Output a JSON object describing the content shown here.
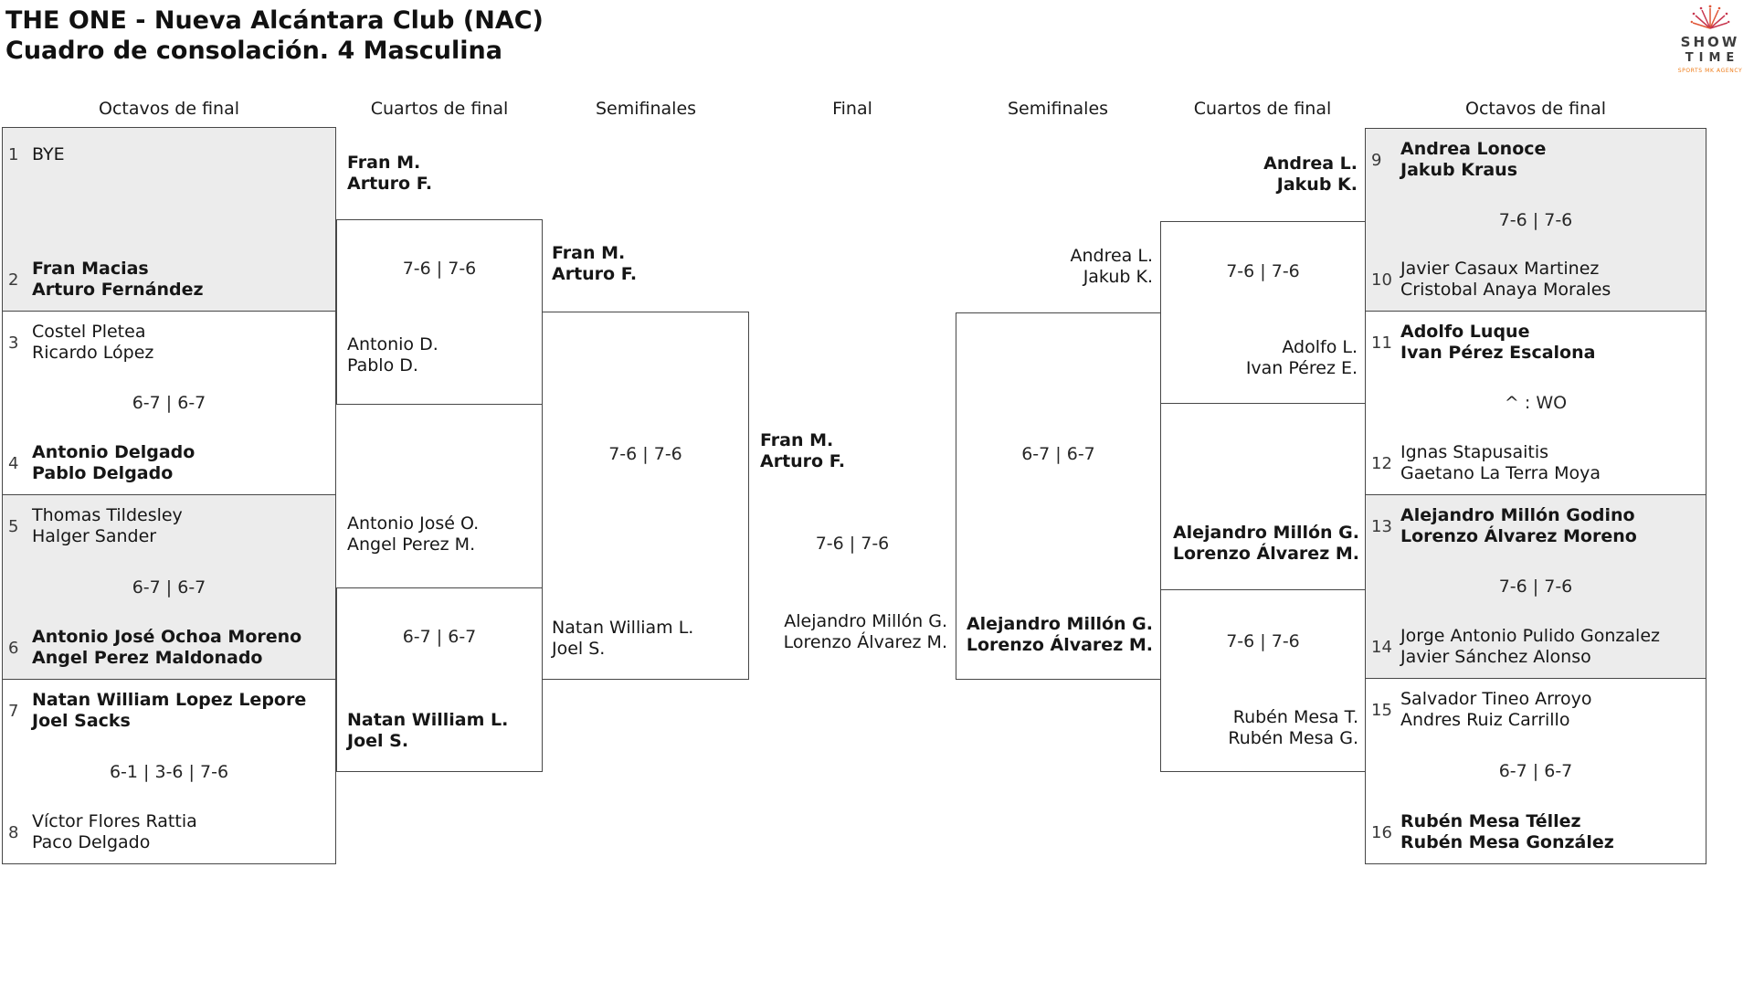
{
  "title": {
    "line1": "THE ONE - Nueva Alcántara Club (NAC)",
    "line2": "Cuadro de consolación. 4 Masculina"
  },
  "logo": {
    "word1": "SHOW",
    "word2": "TIME",
    "tagline": "SPORTS MK AGENCY",
    "accent_red": "#c8374f",
    "accent_orange": "#ef7d1a",
    "text_color": "#3d3d3d"
  },
  "rounds": [
    "Octavos de final",
    "Cuartos de final",
    "Semifinales",
    "Final",
    "Semifinales",
    "Cuartos de final",
    "Octavos de final"
  ],
  "r16_left": [
    {
      "seed1": "1",
      "team1": [
        "BYE",
        ""
      ],
      "w1": false,
      "score": "",
      "seed2": "2",
      "team2": [
        "Fran Macias",
        "Arturo Fernández"
      ],
      "w2": true
    },
    {
      "seed1": "3",
      "team1": [
        "Costel Pletea",
        "Ricardo López"
      ],
      "w1": false,
      "score": "6-7 | 6-7",
      "seed2": "4",
      "team2": [
        "Antonio Delgado",
        "Pablo Delgado"
      ],
      "w2": true
    },
    {
      "seed1": "5",
      "team1": [
        "Thomas Tildesley",
        "Halger Sander"
      ],
      "w1": false,
      "score": "6-7 | 6-7",
      "seed2": "6",
      "team2": [
        "Antonio José Ochoa Moreno",
        "Angel Perez Maldonado"
      ],
      "w2": true
    },
    {
      "seed1": "7",
      "team1": [
        "Natan William Lopez Lepore",
        "Joel Sacks"
      ],
      "w1": true,
      "score": "6-1 | 3-6 | 7-6",
      "seed2": "8",
      "team2": [
        "Víctor Flores Rattia",
        "Paco Delgado"
      ],
      "w2": false
    }
  ],
  "r16_right": [
    {
      "seed1": "9",
      "team1": [
        "Andrea Lonoce",
        "Jakub Kraus"
      ],
      "w1": true,
      "score": "7-6 | 7-6",
      "seed2": "10",
      "team2": [
        "Javier Casaux Martinez",
        "Cristobal Anaya Morales"
      ],
      "w2": false
    },
    {
      "seed1": "11",
      "team1": [
        "Adolfo Luque",
        "Ivan Pérez Escalona"
      ],
      "w1": true,
      "score": "^ : WO",
      "seed2": "12",
      "team2": [
        "Ignas Stapusaitis",
        "Gaetano La Terra Moya"
      ],
      "w2": false
    },
    {
      "seed1": "13",
      "team1": [
        "Alejandro Millón Godino",
        "Lorenzo Álvarez Moreno"
      ],
      "w1": true,
      "score": "7-6 | 7-6",
      "seed2": "14",
      "team2": [
        "Jorge Antonio Pulido Gonzalez",
        "Javier Sánchez Alonso"
      ],
      "w2": false
    },
    {
      "seed1": "15",
      "team1": [
        "Salvador Tineo Arroyo",
        "Andres Ruiz Carrillo"
      ],
      "w1": false,
      "score": "6-7 | 6-7",
      "seed2": "16",
      "team2": [
        "Rubén Mesa Téllez",
        "Rubén Mesa González"
      ],
      "w2": true
    }
  ],
  "qf_left": [
    {
      "team1": [
        "Fran M.",
        "Arturo F."
      ],
      "w1": true,
      "score": "7-6 | 7-6",
      "team2": [
        "Antonio D.",
        "Pablo D."
      ],
      "w2": false
    },
    {
      "team1": [
        "Antonio José O.",
        "Angel Perez M."
      ],
      "w1": false,
      "score": "6-7 | 6-7",
      "team2": [
        "Natan William L.",
        "Joel S."
      ],
      "w2": true
    }
  ],
  "qf_right": [
    {
      "team1": [
        "Andrea L.",
        "Jakub K."
      ],
      "w1": true,
      "score": "7-6 | 7-6",
      "team2": [
        "Adolfo L.",
        "Ivan Pérez E."
      ],
      "w2": false
    },
    {
      "team1": [
        "Alejandro Millón G.",
        "Lorenzo Álvarez M."
      ],
      "w1": true,
      "score": "7-6 | 7-6",
      "team2": [
        "Rubén Mesa T.",
        "Rubén Mesa G."
      ],
      "w2": false
    }
  ],
  "sf_left": {
    "team1": [
      "Fran M.",
      "Arturo F."
    ],
    "w1": true,
    "score": "7-6 | 7-6",
    "team2": [
      "Natan William L.",
      "Joel S."
    ],
    "w2": false
  },
  "sf_right": {
    "team1": [
      "Andrea L.",
      "Jakub K."
    ],
    "w1": false,
    "score": "6-7 | 6-7",
    "team2": [
      "Alejandro Millón G.",
      "Lorenzo Álvarez M."
    ],
    "w2": true
  },
  "final": {
    "team1": [
      "Fran M.",
      "Arturo F."
    ],
    "w1": true,
    "score": "7-6 | 7-6",
    "team2": [
      "Alejandro Millón G.",
      "Lorenzo Álvarez M."
    ],
    "w2": false
  }
}
